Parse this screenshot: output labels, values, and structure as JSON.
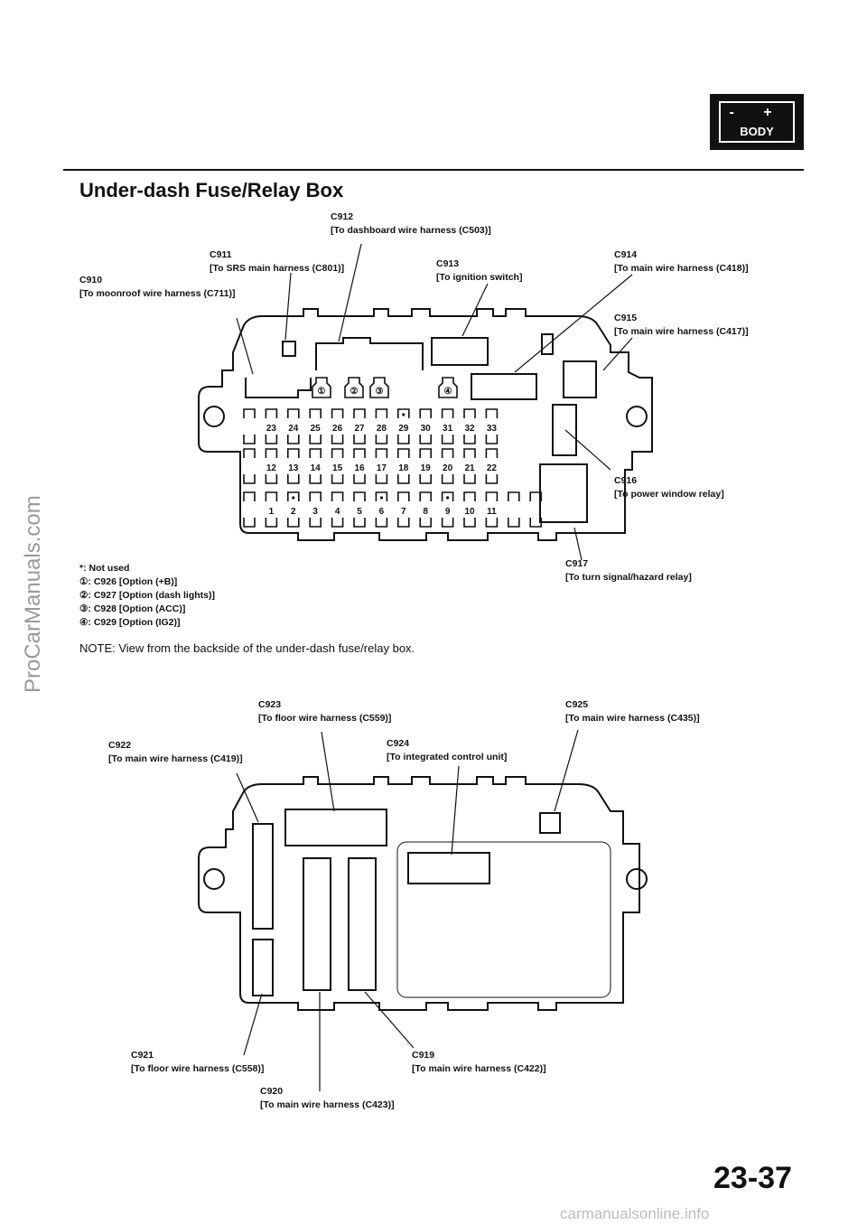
{
  "badge": {
    "symbols": "- +",
    "label": "BODY"
  },
  "title": "Under-dash Fuse/Relay Box",
  "top_diagram": {
    "connectors": [
      {
        "id": "C912",
        "desc": "[To dashboard wire harness (C503)]"
      },
      {
        "id": "C911",
        "desc": "[To SRS main harness (C801)]"
      },
      {
        "id": "C913",
        "desc": "[To ignition switch]"
      },
      {
        "id": "C914",
        "desc": "[To main wire harness (C418)]"
      },
      {
        "id": "C910",
        "desc": "[To moonroof wire harness (C711)]"
      },
      {
        "id": "C915",
        "desc": "[To main wire harness (C417)]"
      },
      {
        "id": "C916",
        "desc": "[To power window relay]"
      },
      {
        "id": "C917",
        "desc": "[To turn signal/hazard relay]"
      }
    ],
    "option_sockets": [
      "①",
      "②",
      "③",
      "④"
    ],
    "fuse_rows": [
      [
        "",
        "23",
        "24",
        "25",
        "26",
        "27",
        "28",
        "29",
        "30",
        "31",
        "32",
        "33"
      ],
      [
        "",
        "12",
        "13",
        "14",
        "15",
        "16",
        "17",
        "18",
        "19",
        "20",
        "21",
        "22"
      ],
      [
        "",
        "1",
        "2",
        "3",
        "4",
        "5",
        "6",
        "7",
        "8",
        "9",
        "10",
        "11",
        "",
        ""
      ]
    ],
    "not_used_fuses": [
      "29",
      "2",
      "6",
      "9"
    ],
    "legend": [
      "*: Not used",
      "①: C926 [Option (+B)]",
      "②: C927 [Option (dash lights)]",
      "③: C928 [Option (ACC)]",
      "④: C929 [Option (IG2)]"
    ]
  },
  "note": "NOTE:  View from the backside of the under-dash fuse/relay box.",
  "bottom_diagram": {
    "connectors": [
      {
        "id": "C923",
        "desc": "[To floor wire harness (C559)]"
      },
      {
        "id": "C925",
        "desc": "[To main wire harness (C435)]"
      },
      {
        "id": "C924",
        "desc": "[To integrated control unit]"
      },
      {
        "id": "C922",
        "desc": "[To main wire harness (C419)]"
      },
      {
        "id": "C921",
        "desc": "[To floor wire harness (C558)]"
      },
      {
        "id": "C919",
        "desc": "[To main wire harness (C422)]"
      },
      {
        "id": "C920",
        "desc": "[To main wire harness (C423)]"
      }
    ]
  },
  "page_number": "23-37",
  "watermark_left": "ProCarManuals.com",
  "watermark_bottom": "carmanualsonline.info"
}
